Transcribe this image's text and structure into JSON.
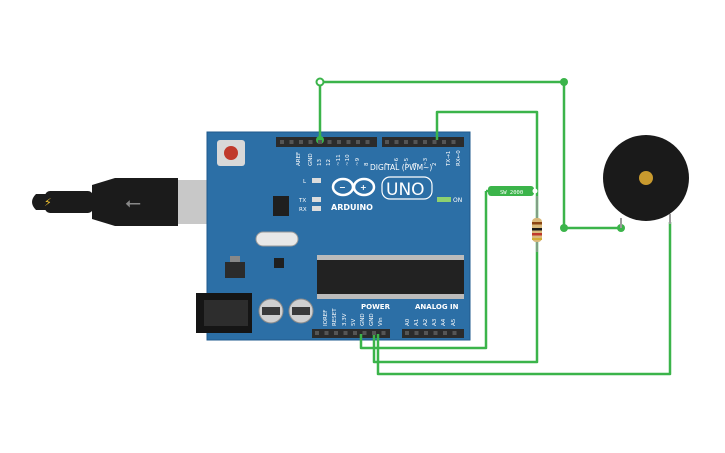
{
  "colors": {
    "board": "#2c6fa6",
    "board_edge": "#1f5a8c",
    "wire": "#3bb44a",
    "wire_dark": "#2a9a38",
    "header": "#2b2b2b",
    "usb_plug": "#1b1b1b",
    "usb_metal": "#c8c8c8",
    "buzzer": "#1a1a1a",
    "buzzer_center": "#c99a2e",
    "resistor_body": "#d9b97a",
    "switch_body": "#3bb44a"
  },
  "board": {
    "brand": "ARDUINO",
    "model": "UNO",
    "digital_label": "DIGITAL (PWM~)",
    "power_label": "POWER",
    "analog_label": "ANALOG IN",
    "on_label": "ON",
    "l_label": "L",
    "tx_label": "TX",
    "rx_label": "RX",
    "ioref_label": "IOREF",
    "reset_label": "RESET",
    "digital_pins": [
      "AREF",
      "GND",
      "13",
      "12",
      "~11",
      "~10",
      "~9",
      "8",
      "7",
      "~6",
      "~5",
      "4",
      "~3",
      "2",
      "TX→1",
      "RX←0"
    ],
    "power_pins": [
      "3.3V",
      "5V",
      "GND",
      "GND",
      "Vin"
    ],
    "analog_pins": [
      "A0",
      "A1",
      "A2",
      "A3",
      "A4",
      "A5"
    ]
  },
  "components": {
    "switch_label": "SW 2000",
    "usb_icon": "usb-symbol-icon",
    "plug_icon": "lightning-icon"
  }
}
